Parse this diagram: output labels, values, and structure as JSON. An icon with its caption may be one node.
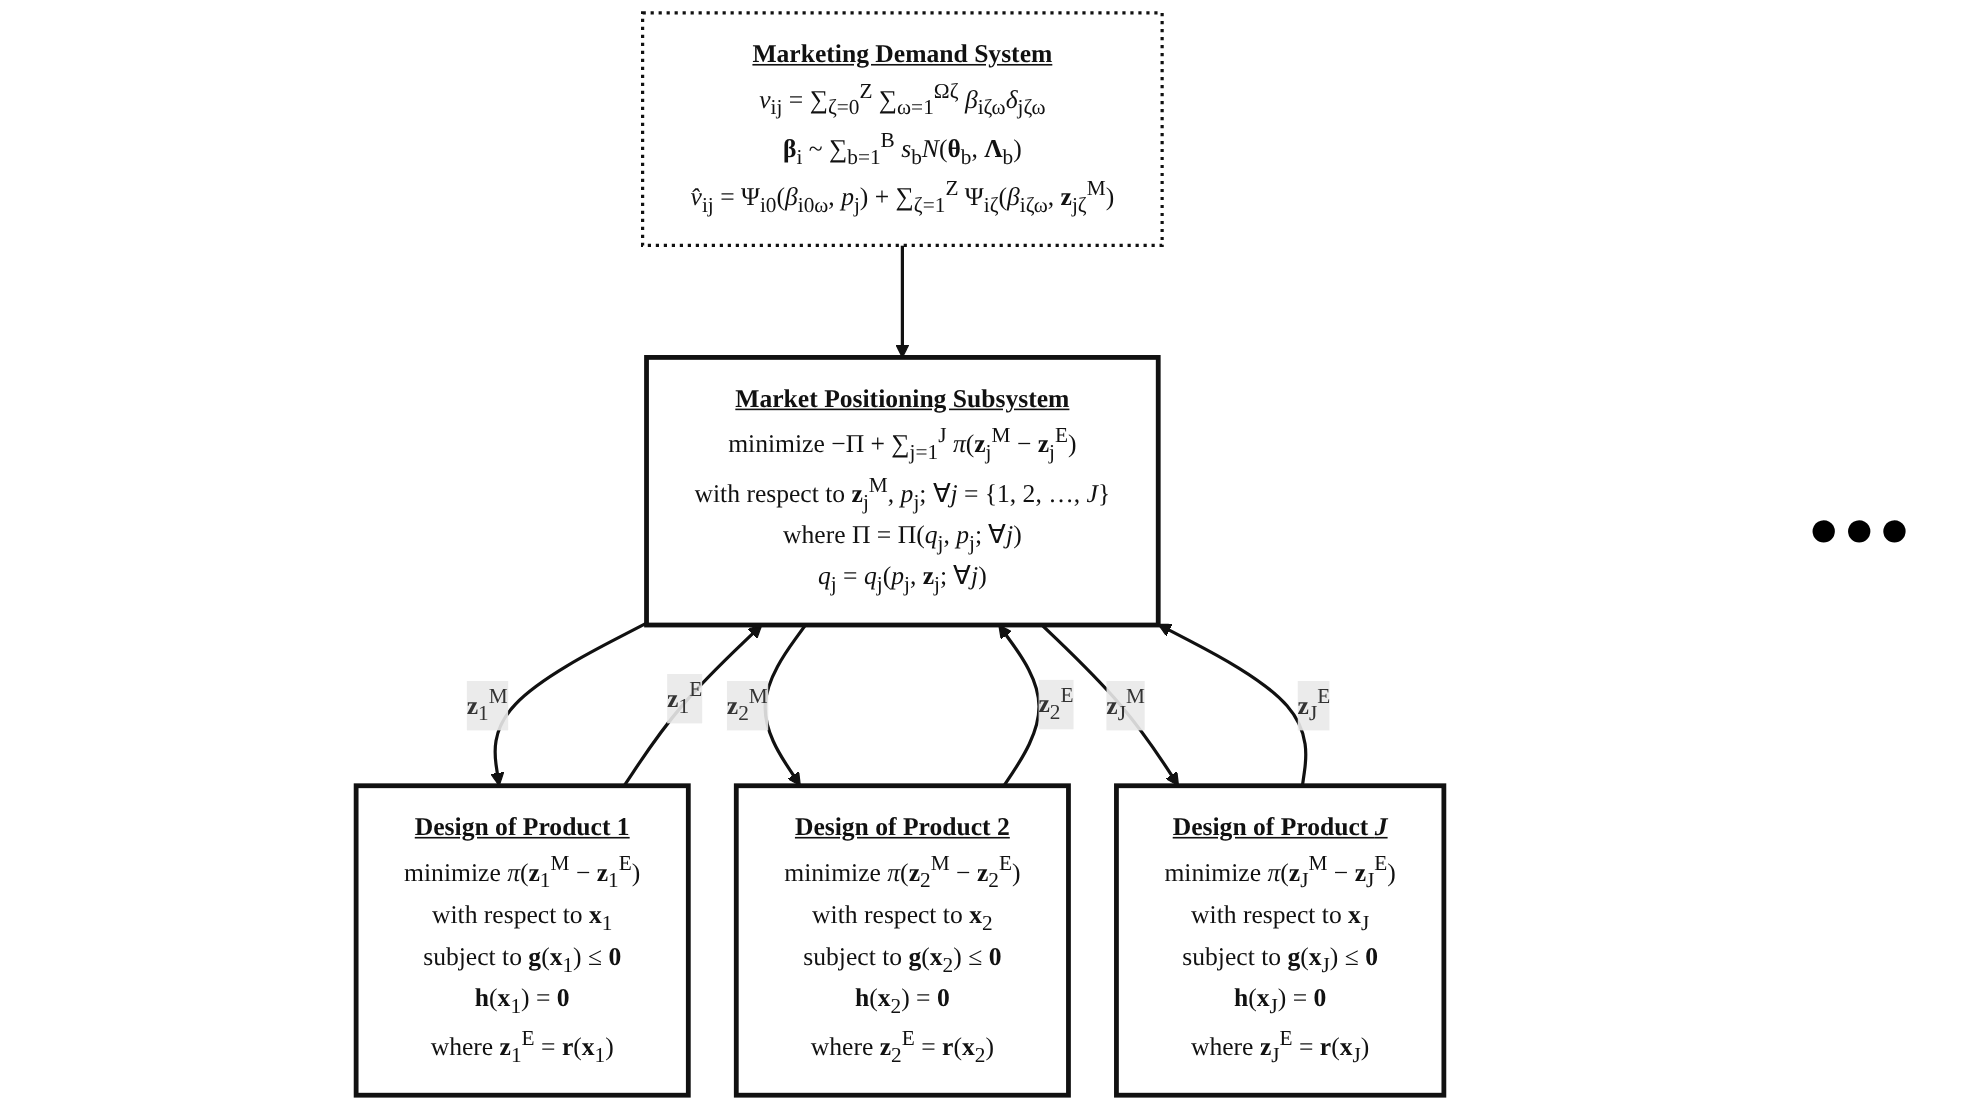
{
  "diagram": {
    "nodes": [
      {
        "text": [
          "Marketing Demand System",
          "*v*$_{ij}$ = ∑$_{ζ=0}$$^{Z}$ ∑$_{ω=1}$$^{Ωζ}$ *β*$_{iζω}$*δ*$_{jζω}$",
          "**β**$_{i}$ ~ ∑$_{b=1}$$^{B}$ *s*$_{b}$*N*(**θ**$_{b}$, **Λ**$_{b}$)",
          "*v̂*$_{ij}$ = Ψ$_{i0}$(*β*$_{i0ω}$, *p*$_{j}$) + ∑$_{ζ=1}$$^{Z}$ Ψ$_{iζ}$(*β*$_{iζω}$, **z**$_{jζ}$$^{M}$)"
        ]
      },
      {
        "text": [
          "Market Positioning Subsystem",
          "minimize −Π + ∑$_{j=1}$$^{J}$ *π*(**z**$_{j}$$^{M}$ − **z**$_{j}$$^{E}$)",
          "with respect to **z**$_{j}$$^{M}$, *p*$_{j}$; ∀*j* = {1, 2, …, *J*}",
          "where Π = Π(*q*$_{j}$, *p*$_{j}$; ∀*j*)",
          "*q*$_{j}$ = *q*$_{j}$(*p*$_{j}$, **z**$_{j}$; ∀*j*)"
        ]
      },
      {
        "text": [
          "Design of Product 1",
          "minimize *π*(**z**$_{1}$$^{M}$ − **z**$_{1}$$^{E}$)",
          "with respect to **x**$_{1}$",
          "subject to **g**(**x**$_{1}$) ≤ **0**",
          "**h**(**x**$_{1}$) = **0**",
          "where **z**$_{1}$$^{E}$ = **r**(**x**$_{1}$)"
        ]
      },
      {
        "text": [
          "Design of Product 2",
          "minimize *π*(**z**$_{2}$$^{M}$ − **z**$_{2}$$^{E}$)",
          "with respect to **x**$_{2}$",
          "subject to **g**(**x**$_{2}$) ≤ **0**",
          "**h**(**x**$_{2}$) = **0**",
          "where **z**$_{2}$$^{E}$ = **r**(**x**$_{2}$)"
        ]
      },
      {
        "text": [
          "Design of Product *J*",
          "minimize *π*(**z**$_{J}$$^{M}$ − **z**$_{J}$$^{E}$)",
          "with respect to **x**$_{J}$",
          "subject to **g**(**x**$_{J}$) ≤ **0**",
          "**h**(**x**$_{J}$) = **0**",
          "where **z**$_{J}$$^{E}$ = **r**(**x**$_{J}$)"
        ]
      }
    ],
    "edges": [
      {
        "from": 0,
        "to": 1,
        "arrow": "to"
      },
      {
        "from": 1,
        "to": 2,
        "arrow": "to",
        "label": "**z**$_{1}$$^{M}$"
      },
      {
        "from": 2,
        "to": 1,
        "arrow": "to",
        "label": "**z**$_{1}$$^{E}$"
      },
      {
        "from": 1,
        "to": 3,
        "arrow": "to",
        "label": "**z**$_{2}$$^{M}$"
      },
      {
        "from": 3,
        "to": 1,
        "arrow": "to",
        "label": "**z**$_{2}$$^{E}$"
      },
      {
        "from": 1,
        "to": 4,
        "arrow": "to",
        "label": "**z**$_{J}$$^{M}$"
      },
      {
        "from": 4,
        "to": 1,
        "arrow": "to",
        "label": "**z**$_{J}$$^{E}$"
      }
    ],
    "labels": [
      "●●●"
    ]
  }
}
